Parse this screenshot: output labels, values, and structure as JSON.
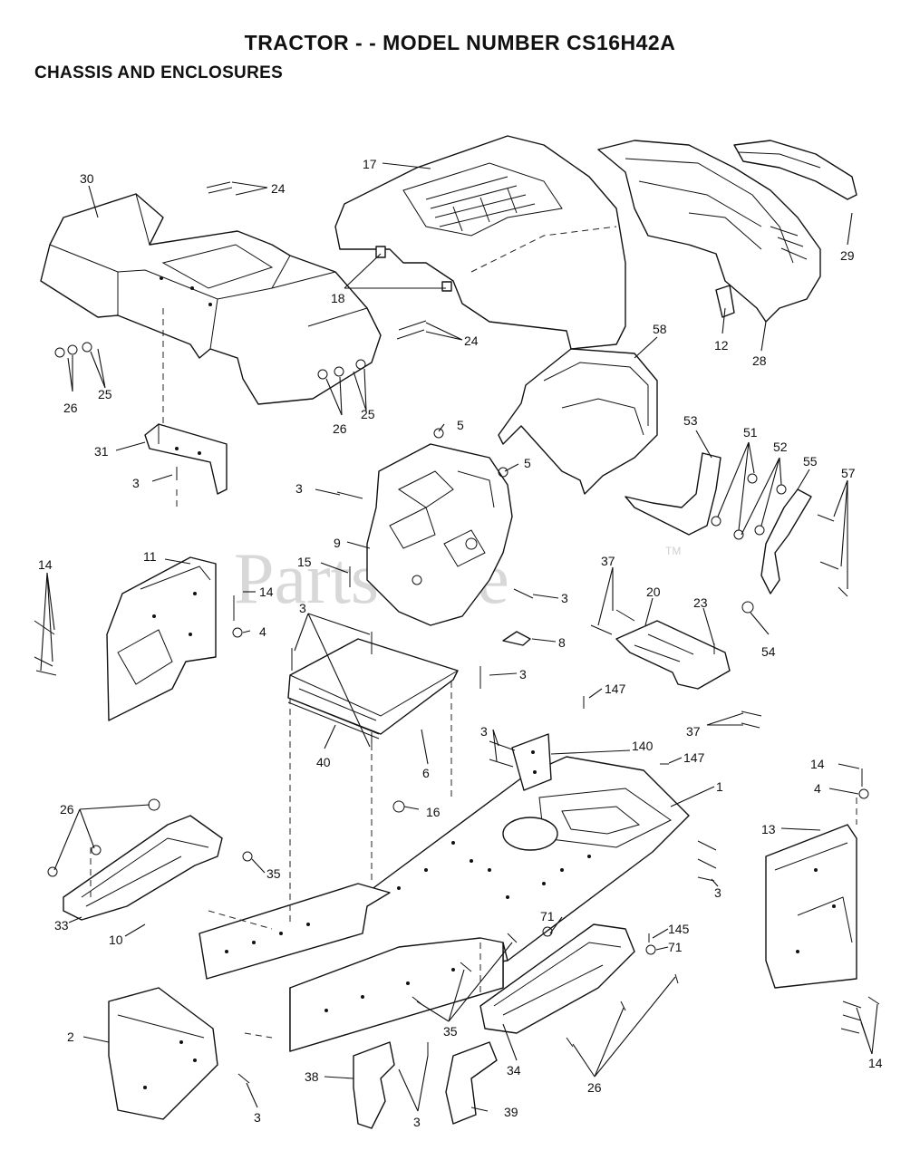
{
  "title": "TRACTOR - - MODEL NUMBER CS16H42A",
  "subtitle": "CHASSIS AND ENCLOSURES",
  "watermark": "PartsTree",
  "watermark_tm": "TM",
  "callouts": {
    "c30": "30",
    "c24a": "24",
    "c17": "17",
    "c29": "29",
    "c18": "18",
    "c24b": "24",
    "c12": "12",
    "c28": "28",
    "c58": "58",
    "c26a": "26",
    "c25a": "25",
    "c26b": "26",
    "c25b": "25",
    "c5a": "5",
    "c5b": "5",
    "c53": "53",
    "c51": "51",
    "c52": "52",
    "c55": "55",
    "c57": "57",
    "c31": "31",
    "c3a": "3",
    "c3b": "3",
    "c9": "9",
    "c11": "11",
    "c14a": "14",
    "c14b": "14",
    "c4a": "4",
    "c15": "15",
    "c3c": "3",
    "c37a": "37",
    "c20": "20",
    "c23": "23",
    "c54": "54",
    "c3d": "3",
    "c8": "8",
    "c3e": "3",
    "c40": "40",
    "c6": "6",
    "c37b": "37",
    "c147a": "147",
    "c3f": "3",
    "c140": "140",
    "c147b": "147",
    "c1": "1",
    "c14c": "14",
    "c4b": "4",
    "c13": "13",
    "c26c": "26",
    "c16": "16",
    "c35a": "35",
    "c3g": "3",
    "c33": "33",
    "c10": "10",
    "c71a": "71",
    "c145": "145",
    "c71b": "71",
    "c2": "2",
    "c35b": "35",
    "c34": "34",
    "c14d": "14",
    "c38": "38",
    "c26d": "26",
    "c3h": "3",
    "c39": "39",
    "c3i": "3"
  }
}
